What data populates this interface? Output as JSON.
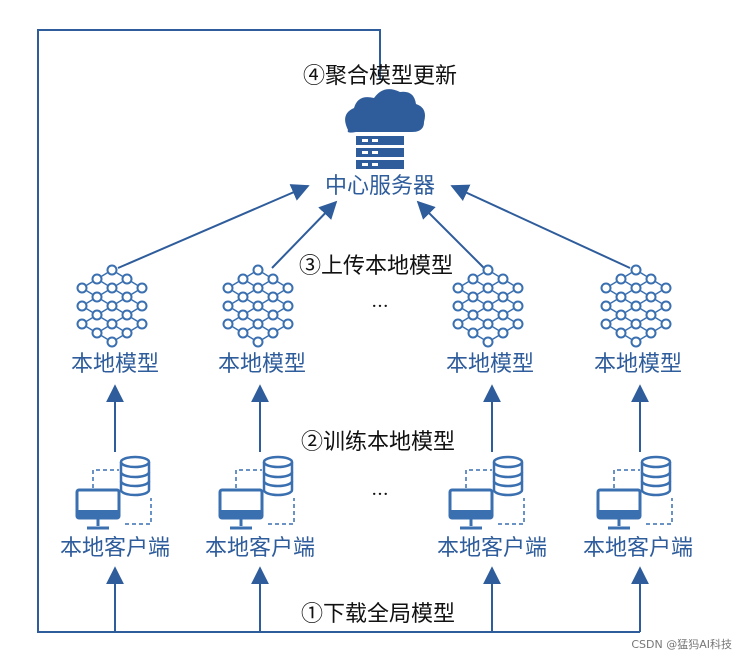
{
  "steps": {
    "aggregate": "④聚合模型更新",
    "upload": "③上传本地模型",
    "train": "②训练本地模型",
    "download": "①下载全局模型"
  },
  "server": {
    "label": "中心服务器",
    "icon": "cloud-server-icon"
  },
  "ellipsis": "···",
  "local_models": [
    {
      "label": "本地模型",
      "icon": "neural-network-icon"
    },
    {
      "label": "本地模型",
      "icon": "neural-network-icon"
    },
    {
      "label": "本地模型",
      "icon": "neural-network-icon"
    },
    {
      "label": "本地模型",
      "icon": "neural-network-icon"
    }
  ],
  "clients": [
    {
      "label": "本地客户端",
      "icon": "computer-database-icon"
    },
    {
      "label": "本地客户端",
      "icon": "computer-database-icon"
    },
    {
      "label": "本地客户端",
      "icon": "computer-database-icon"
    },
    {
      "label": "本地客户端",
      "icon": "computer-database-icon"
    }
  ],
  "colors": {
    "primary": "#2f5d9c",
    "icon_stroke": "#3a6fb0",
    "text_dark": "#111111"
  },
  "watermark": "CSDN @猛犸AI科技"
}
